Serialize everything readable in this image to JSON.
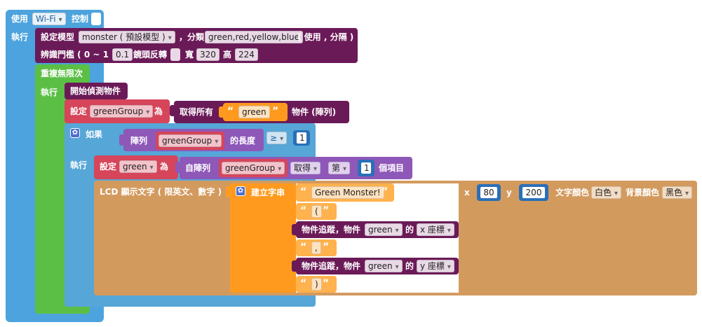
{
  "colors": {
    "wifi_blue": "#4ca3dd",
    "purple": "#6b1a58",
    "green": "#5bbf46",
    "red": "#d6455a",
    "blue2": "#56a6d7",
    "violet": "#8e58b8",
    "tan": "#d39a5e",
    "orange": "#ff9a1e",
    "light_orange": "#ffb24d"
  },
  "wifi_block": {
    "label_use": "使用",
    "wifi_option": "Wi-Fi",
    "label_control": "控制",
    "label_exec": "執行"
  },
  "model_block": {
    "label_set_model": "設定模型",
    "model_option": "monster ( 預設模型 )",
    "label_classes": "，分類",
    "classes_value": "green,red,yellow,blue",
    "label_classes_hint": "( 使用 , 分隔 )",
    "label_threshold": "辨識門檻 ( 0 ~ 1 )",
    "threshold_value": "0.1",
    "label_mirror": "鏡頭反轉",
    "label_width": "寬",
    "width_value": "320",
    "label_height": "高",
    "height_value": "224"
  },
  "repeat_block": {
    "label_repeat": "重複無限次",
    "label_exec": "執行"
  },
  "detect_block": {
    "label": "開始偵測物件"
  },
  "set_group_block": {
    "label_set": "設定",
    "var": "greenGroup",
    "label_as": "為",
    "label_get_all": "取得所有",
    "text_value": "green",
    "label_objects": "物件 (陣列)"
  },
  "if_block": {
    "label_if": "如果",
    "label_array": "陣列",
    "var": "greenGroup",
    "label_length": "的長度",
    "operator": "≥",
    "compare_value": "1",
    "label_exec": "執行"
  },
  "set_green_block": {
    "label_set": "設定",
    "var": "green",
    "label_as": "為",
    "label_from_array": "自陣列",
    "array_var": "greenGroup",
    "op": "取得",
    "position": "第",
    "index_value": "1",
    "label_item": "個項目"
  },
  "lcd_block": {
    "label": "LCD 顯示文字 ( 限英文、數字 )",
    "label_build_string": "建立字串",
    "text1": "Green Monster!",
    "text2": "(",
    "track1_label": "物件追蹤，物件",
    "track1_obj": "green",
    "track1_of": "的",
    "track1_coord": "x 座標",
    "text3": ",",
    "track2_label": "物件追蹤，物件",
    "track2_obj": "green",
    "track2_of": "的",
    "track2_coord": "y 座標",
    "text4": ")",
    "label_x": "x",
    "x_value": "80",
    "label_y": "y",
    "y_value": "200",
    "label_text_color": "文字顏色",
    "text_color": "白色",
    "label_bg_color": "背景顏色",
    "bg_color": "黑色"
  }
}
